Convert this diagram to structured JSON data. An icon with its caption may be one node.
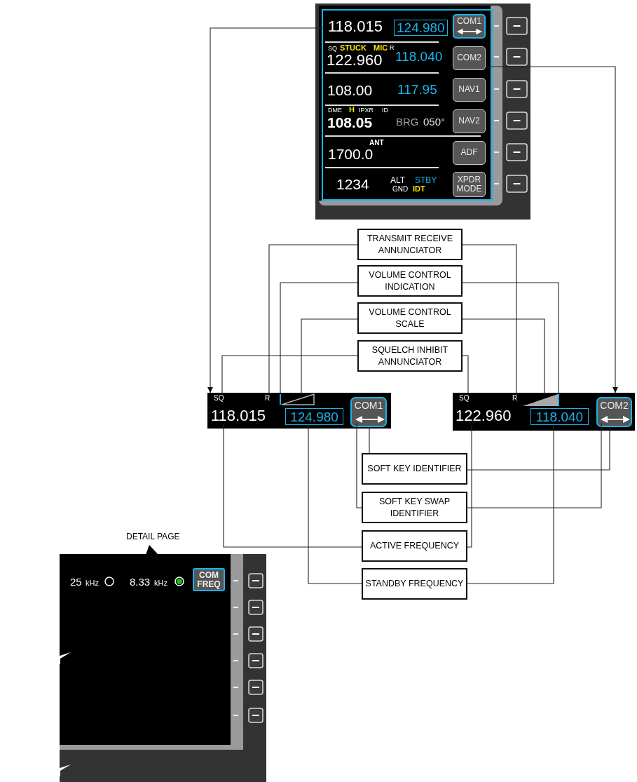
{
  "diagram": {
    "nodes": [
      {
        "text": [],
        "shape": "box"
      },
      {
        "text": [
          "118.015",
          "124.980"
        ],
        "in": 0
      },
      {
        "text": [
          "COM1"
        ],
        "in": 0
      },
      {
        "text": [
          "COM2"
        ],
        "in": 0
      },
      {
        "text": [
          "NAV1"
        ],
        "in": 0
      },
      {
        "text": [
          "NAV2"
        ],
        "in": 0
      },
      {
        "text": [
          "ADF"
        ],
        "in": 0
      },
      {
        "text": [
          "XPDR MODE"
        ],
        "in": 0
      },
      {
        "text": [
          "TRANSMIT RECEIVE ANNUNCIATOR"
        ]
      },
      {
        "text": [
          "VOLUME CONTROL INDICATION"
        ]
      },
      {
        "text": [
          "VOLUME CONTROL SCALE"
        ]
      },
      {
        "text": [
          "SQUELCH INHIBIT ANNUNCIATOR"
        ]
      },
      {
        "text": [],
        "shape": "box"
      },
      {
        "text": [
          "SQ"
        ],
        "in": 12
      },
      {
        "text": [
          "R"
        ],
        "in": 12
      },
      {
        "text": [],
        "shape": "bar",
        "in": 12
      },
      {
        "text": [],
        "shape": "triangle",
        "in": 12
      },
      {
        "text": [
          "118.015"
        ],
        "in": 12
      },
      {
        "text": [
          "124.980"
        ],
        "in": 12
      },
      {
        "text": [
          "COM1"
        ],
        "in": 12
      },
      {
        "text": [],
        "shape": "arrow",
        "in": 19
      },
      {
        "text": [],
        "shape": "box"
      },
      {
        "text": [
          "SQ"
        ],
        "in": 21
      },
      {
        "text": [
          "R"
        ],
        "in": 21
      },
      {
        "text": [],
        "shape": "bar",
        "in": 21
      },
      {
        "text": [],
        "shape": "triangle",
        "in": 21
      },
      {
        "text": [
          "122.960"
        ],
        "in": 21
      },
      {
        "text": [
          "118.040"
        ],
        "in": 21
      },
      {
        "text": [
          "COM2"
        ],
        "in": 21
      },
      {
        "text": [],
        "shape": "arrow",
        "in": 28
      },
      {
        "text": [
          "SOFT KEY IDENTIFIER"
        ]
      },
      {
        "text": [
          "SOFT KEY SWAP IDENTIFIER"
        ]
      },
      {
        "text": [
          "ACTIVE FREQUENCY"
        ]
      },
      {
        "text": [
          "STANDBY FREQUENCY"
        ]
      },
      {
        "text": [],
        "shape": "box"
      },
      {
        "text": [
          "COM FREQ"
        ],
        "in": 34
      }
    ],
    "edges": [
      {
        "from": 1,
        "to": 12,
        "arrow": "to"
      },
      {
        "from": 3,
        "to": 21,
        "arrow": "to"
      },
      {
        "from": 8,
        "to": 14,
        "arrow": "none"
      },
      {
        "from": 8,
        "to": 23,
        "arrow": "none"
      },
      {
        "from": 9,
        "to": 15,
        "arrow": "none"
      },
      {
        "from": 9,
        "to": 24,
        "arrow": "none"
      },
      {
        "from": 10,
        "to": 16,
        "arrow": "none"
      },
      {
        "from": 10,
        "to": 25,
        "arrow": "none"
      },
      {
        "from": 11,
        "to": 13,
        "arrow": "none"
      },
      {
        "from": 11,
        "to": 22,
        "arrow": "none"
      },
      {
        "from": 30,
        "to": 19,
        "arrow": "none"
      },
      {
        "from": 30,
        "to": 28,
        "arrow": "none"
      },
      {
        "from": 31,
        "to": 20,
        "arrow": "none"
      },
      {
        "from": 31,
        "to": 29,
        "arrow": "none"
      },
      {
        "from": 32,
        "to": 17,
        "arrow": "none"
      },
      {
        "from": 32,
        "to": 26,
        "arrow": "none"
      },
      {
        "from": 33,
        "to": 18,
        "arrow": "none"
      },
      {
        "from": 33,
        "to": 27,
        "arrow": "none"
      }
    ],
    "labels": [
      "SQ",
      "STUCK",
      "MIC",
      "R",
      "122.960",
      "118.040",
      "108.00",
      "117.95",
      "DME",
      "H",
      "IPXR",
      "ID",
      "108.05",
      "BRG",
      "050°",
      "ANT",
      "1700.0",
      "1234",
      "ALT",
      "STBY",
      "GND",
      "IDT",
      "DETAIL PAGE",
      "25",
      "kHz",
      "8.33",
      "kHz"
    ]
  }
}
